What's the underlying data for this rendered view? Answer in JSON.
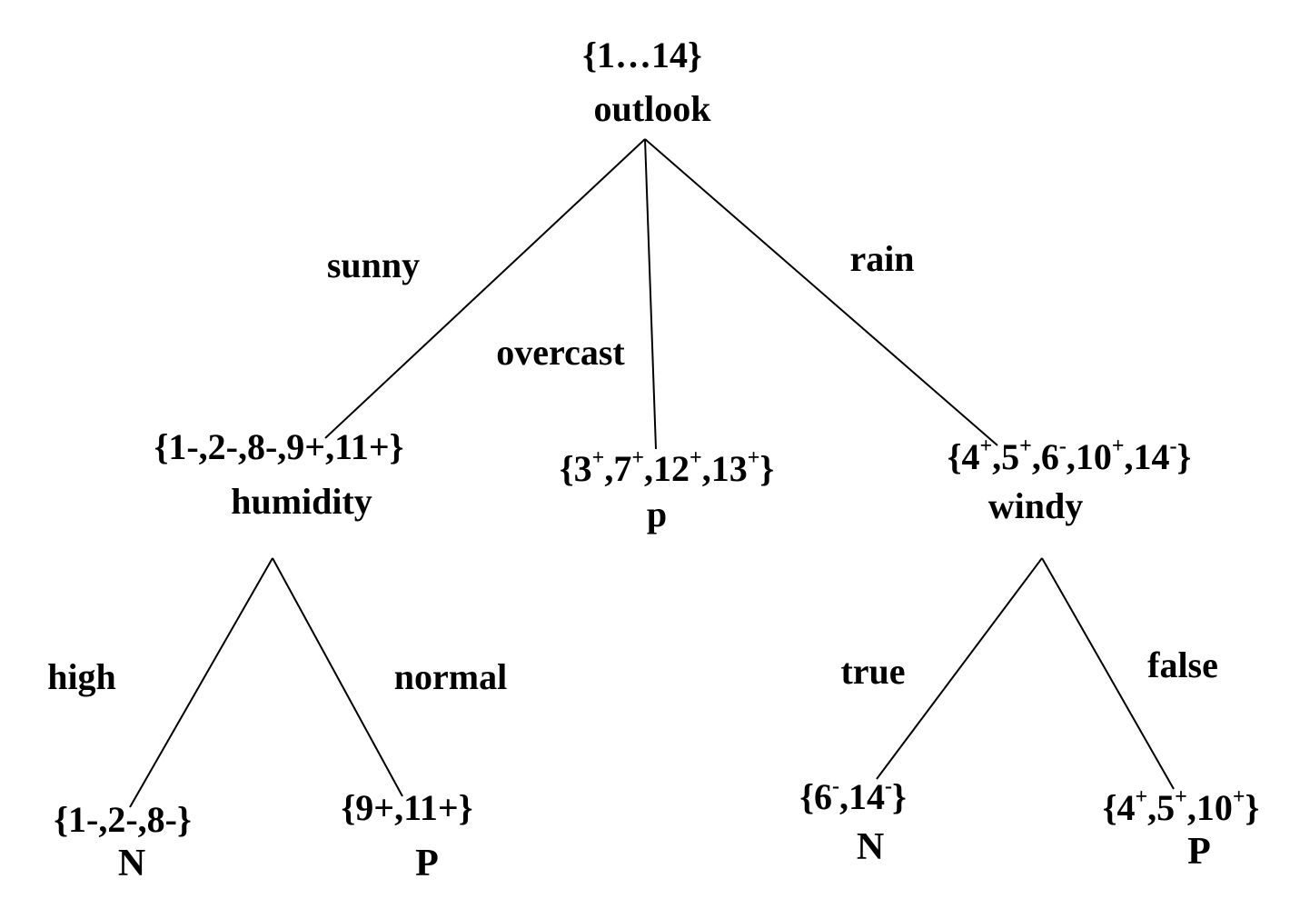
{
  "root": {
    "set": "{1…14}",
    "attribute": "outlook"
  },
  "branches": {
    "sunny": "sunny",
    "overcast": "overcast",
    "rain": "rain",
    "high": "high",
    "normal": "normal",
    "true": "true",
    "false": "false"
  },
  "sunny_node": {
    "set": "{1-,2-,8-,9+,11+}",
    "attribute": "humidity"
  },
  "overcast_node": {
    "set": [
      [
        "{3",
        "+"
      ],
      [
        ",7",
        "+"
      ],
      [
        ",12",
        "+"
      ],
      [
        ",13",
        "+"
      ],
      [
        "}",
        ""
      ]
    ],
    "label": "p"
  },
  "rain_node": {
    "set": [
      [
        "{4",
        "+"
      ],
      [
        ",5",
        "+"
      ],
      [
        ",6",
        "-"
      ],
      [
        ",10",
        "+"
      ],
      [
        ",14",
        "-"
      ],
      [
        "}",
        ""
      ]
    ],
    "attribute": "windy"
  },
  "high_leaf": {
    "set": "{1-,2-,8-}",
    "label": "N"
  },
  "normal_leaf": {
    "set": "{9+,11+}",
    "label": "P"
  },
  "true_leaf": {
    "set": [
      [
        "{6",
        "-"
      ],
      [
        ",14",
        "-"
      ],
      [
        "}",
        ""
      ]
    ],
    "label": "N"
  },
  "false_leaf": {
    "set": [
      [
        "{4",
        "+"
      ],
      [
        ",5",
        "+"
      ],
      [
        ",10",
        "+"
      ],
      [
        "}",
        ""
      ]
    ],
    "label": "P"
  }
}
